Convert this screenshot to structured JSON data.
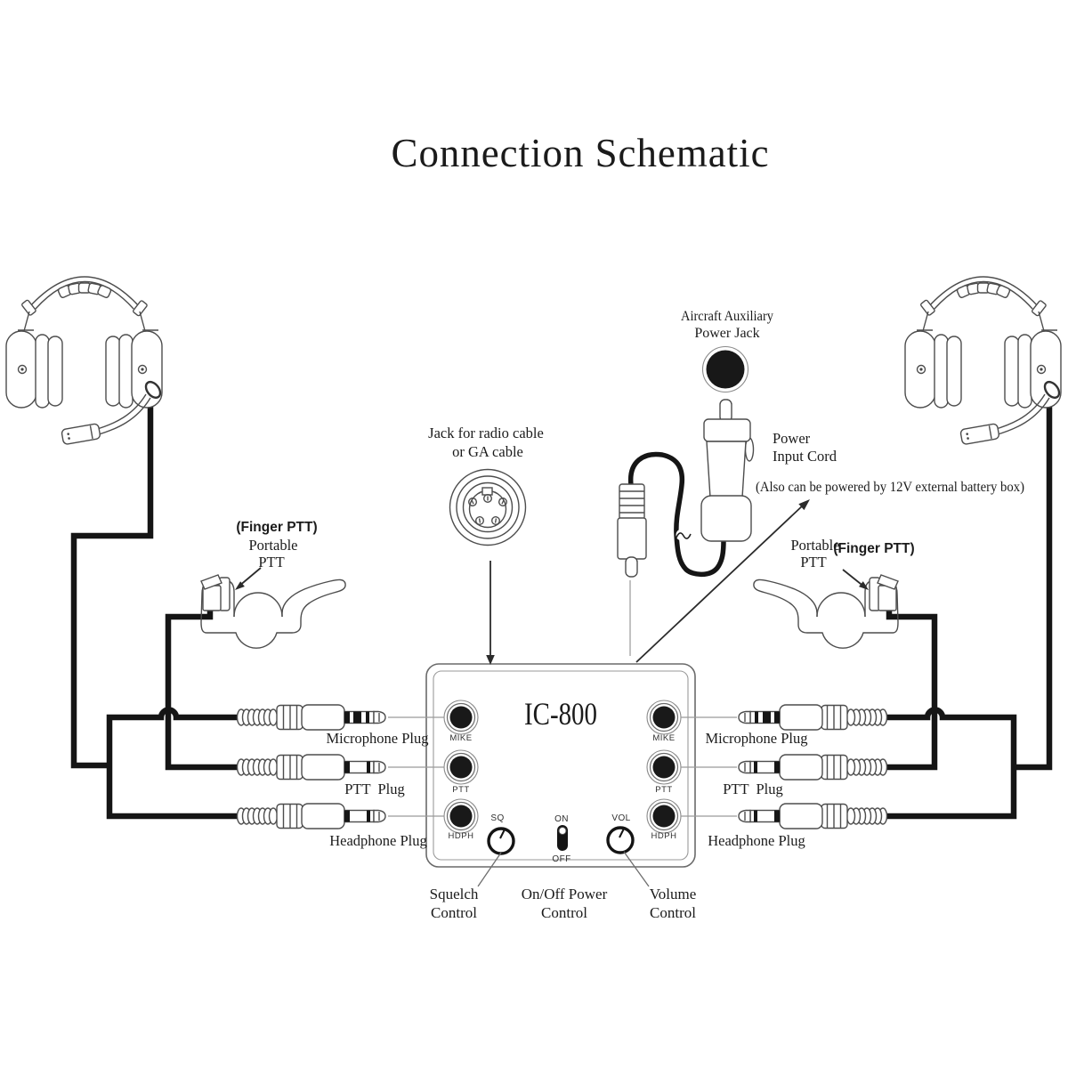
{
  "title": "Connection Schematic",
  "device": {
    "model": "IC-800",
    "mike_label": "MIKE",
    "ptt_label": "PTT",
    "hdph_label": "HDPH",
    "squelch_knob": "SQ",
    "volume_knob": "VOL",
    "switch_on": "ON",
    "switch_off": "OFF"
  },
  "plugs": {
    "microphone": "Microphone Plug",
    "ptt": "PTT  Plug",
    "headphone": "Headphone Plug"
  },
  "power": {
    "aux_jack_line1": "Aircraft Auxiliary",
    "aux_jack_line2": "Power Jack",
    "cord_line1": "Power",
    "cord_line2": "Input Cord",
    "battery_note": "(Also can be powered by 12V external battery box)"
  },
  "radio_jack": {
    "line1": "Jack for radio cable",
    "line2": "or GA cable"
  },
  "ptt_switch": {
    "finger": "(Finger PTT)",
    "portable_line1": "Portable",
    "portable_line2": "PTT"
  },
  "controls": {
    "squelch_line1": "Squelch",
    "squelch_line2": "Control",
    "power_line1": "On/Off Power",
    "power_line2": "Control",
    "volume_line1": "Volume",
    "volume_line2": "Control"
  },
  "colors": {
    "ink": "#1b1b1b",
    "line_art": "#4d4d4d",
    "cable": "#151515",
    "background": "#ffffff"
  }
}
